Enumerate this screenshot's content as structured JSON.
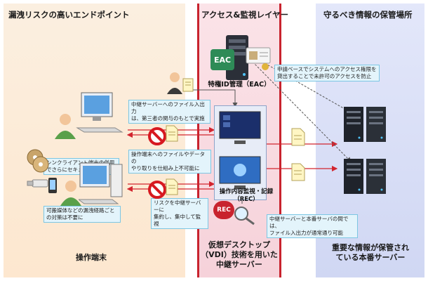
{
  "zones": {
    "left_title": "漏洩リスクの高いエンドポイント",
    "mid_title": "アクセス&監視レイヤー",
    "right_title": "守るべき情報の保管場所",
    "left_footer": "操作端末",
    "mid_footer": [
      "仮想デスクトップ",
      "（VDI）技術を用いた",
      "中継サーバー"
    ],
    "right_footer": [
      "重要な情報が保管され",
      "ている本番サーバー"
    ]
  },
  "labels": {
    "eac_badge": "EAC",
    "eac_caption": "特権ID管理（EAC）",
    "rec_badge": "REC",
    "rec_caption": [
      "操作内容監視・記録",
      "（REC）"
    ]
  },
  "notes": {
    "thin_client": [
      "シンクライアント端末の併用",
      "でさらにセキュアに"
    ],
    "portable_media": [
      "可搬媒体などの漏洩経路ごと",
      "の対策は不要に"
    ],
    "relay_io": [
      "中継サーバーへのファイル入出力",
      "は、第三者の関与のもとで実施"
    ],
    "terminal_exchange": [
      "操作端末へのファイルやデータの",
      "やり取りを仕組み上不可能に"
    ],
    "risk_concentrate": [
      "リスクを中継サーバーに",
      "集約し、集中して監視"
    ],
    "application_based": [
      "申請ベースでシステムへのアクセス権限を",
      "貸出することで未許可のアクセスを防止"
    ],
    "relay_to_prod": [
      "中継サーバーと本番サーバの間では、",
      "ファイル入出力が通常通り可能"
    ]
  },
  "colors": {
    "left_zone": "#fde9d3",
    "mid_zone": "#f8d9df",
    "mid_border": "#c8232e",
    "right_zone": "#d9def6",
    "note_fill": "#e3f4fb",
    "note_border": "#7cc6e3",
    "arrow_red": "#d2252f",
    "arrow_gray": "#555555",
    "prohibit_red": "#d71920"
  },
  "icons": [
    "person-icon",
    "pc-icon",
    "thin-client-icon",
    "cd-icon",
    "usb-icon",
    "phone-icon",
    "prohibit-icon",
    "document-icon",
    "server-tower-icon",
    "rack-server-icon",
    "monitor-icon",
    "magnifier-icon"
  ]
}
